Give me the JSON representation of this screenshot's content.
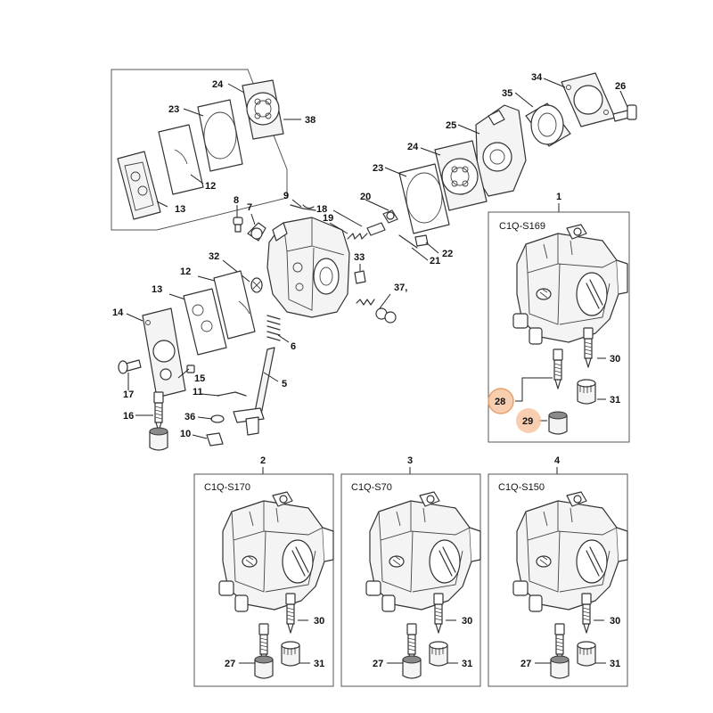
{
  "callouts": {
    "c24a": "24",
    "c23a": "23",
    "c38": "38",
    "c12a": "12",
    "c13a": "13",
    "c34": "34",
    "c35": "35",
    "c26": "26",
    "c25": "25",
    "c24b": "24",
    "c23b": "23",
    "c8": "8",
    "c7": "7",
    "c9": "9",
    "c20": "20",
    "c19": "19",
    "c18": "18",
    "c22": "22",
    "c21": "21",
    "c33": "33",
    "c37": "37, ",
    "c32": "32",
    "c12b": "12",
    "c13b": "13",
    "c14": "14",
    "c6": "6",
    "c15": "15",
    "c17": "17",
    "c5": "5",
    "c11": "11",
    "c16": "16",
    "c36": "36",
    "c10": "10",
    "c1": "1",
    "c30a": "30",
    "c28": "28",
    "c31a": "31",
    "c29": "29",
    "c2": "2",
    "c3": "3",
    "c4": "4",
    "c30b": "30",
    "c27b": "27",
    "c31b": "31",
    "c30c": "30",
    "c27c": "27",
    "c31c": "31",
    "c30d": "30",
    "c27d": "27",
    "c31d": "31"
  },
  "boxes": {
    "box1_label": "C1Q-S169",
    "box2_label": "C1Q-S170",
    "box3_label": "C1Q-S70",
    "box4_label": "C1Q-S150"
  },
  "highlight_color": "#f6c6a2"
}
